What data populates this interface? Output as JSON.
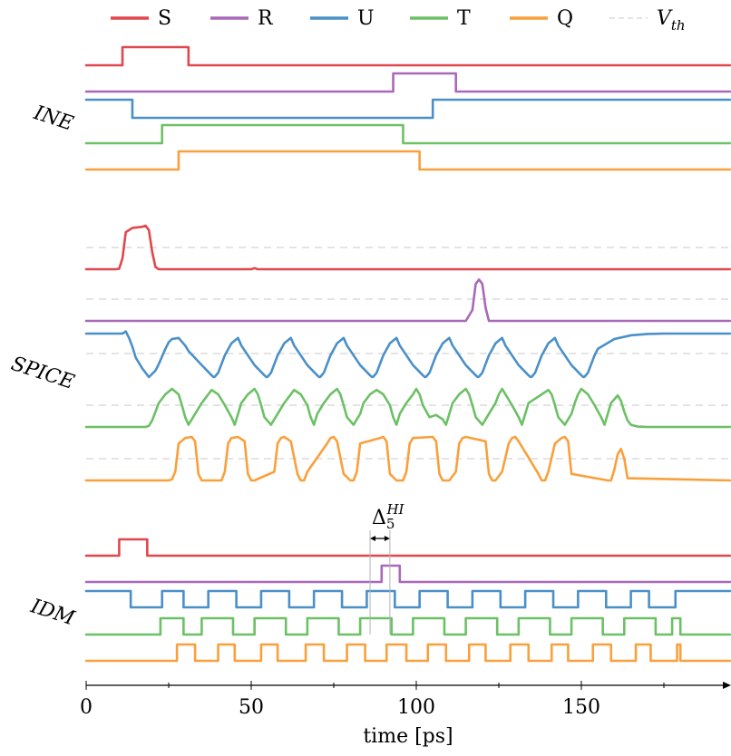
{
  "chart_data": {
    "type": "line",
    "xlabel": "time [ps]",
    "xlim": [
      0,
      195
    ],
    "x_ticks": [
      0,
      50,
      100,
      150
    ],
    "legend_position": "top",
    "legend": [
      {
        "key": "S",
        "label": "S",
        "color": "#e0474c",
        "style": "solid"
      },
      {
        "key": "R",
        "label": "R",
        "color": "#a869b8",
        "style": "solid"
      },
      {
        "key": "U",
        "label": "U",
        "color": "#4a90c8",
        "style": "solid"
      },
      {
        "key": "T",
        "label": "T",
        "color": "#6cc065",
        "style": "solid"
      },
      {
        "key": "Q",
        "label": "Q",
        "color": "#f9a03c",
        "style": "solid"
      },
      {
        "key": "Vth",
        "label": "V",
        "label_sub": "th",
        "color": "#c8c8c8",
        "style": "dashed"
      }
    ],
    "panels": [
      {
        "name": "INE",
        "kind": "digital",
        "series": [
          {
            "name": "S",
            "init": 0,
            "toggles": [
              11,
              31
            ]
          },
          {
            "name": "R",
            "init": 0,
            "toggles": [
              93,
              112
            ]
          },
          {
            "name": "U",
            "init": 1,
            "toggles": [
              14,
              105
            ]
          },
          {
            "name": "T",
            "init": 0,
            "toggles": [
              23,
              96
            ]
          },
          {
            "name": "Q",
            "init": 0,
            "toggles": [
              28,
              101
            ]
          }
        ]
      },
      {
        "name": "SPICE",
        "kind": "analog",
        "series": [
          {
            "name": "S",
            "x": [
              0,
              9,
              10,
              11,
              12,
              14,
              17,
              18,
              19,
              20,
              21,
              22,
              50,
              51,
              52,
              100,
              195
            ],
            "y": [
              0,
              0,
              0.02,
              0.5,
              1.7,
              1.9,
              1.95,
              2.0,
              1.8,
              0.8,
              0.1,
              0,
              0,
              0.05,
              0,
              0,
              0
            ]
          },
          {
            "name": "R",
            "x": [
              0,
              115,
              117,
              118,
              119,
              120,
              121,
              122,
              195
            ],
            "y": [
              0,
              0,
              0.5,
              1.7,
              1.9,
              1.7,
              0.6,
              0,
              0
            ]
          },
          {
            "name": "U",
            "x": [
              0,
              10,
              11,
              12,
              13,
              14,
              15,
              17,
              19,
              21,
              22,
              23,
              24,
              25,
              26,
              28,
              30,
              31,
              35,
              38,
              38.6,
              39,
              40,
              41,
              42,
              44,
              46,
              47,
              51,
              54,
              54.6,
              55,
              56,
              57,
              58,
              60,
              62,
              63,
              67,
              70,
              70.6,
              71,
              72,
              73,
              74,
              76,
              78,
              79,
              83,
              86,
              86.6,
              87,
              88,
              89,
              90,
              92,
              94,
              95,
              99,
              102,
              102.6,
              103,
              104,
              105,
              106,
              108,
              110,
              111,
              115,
              118,
              118.6,
              119,
              120,
              121,
              122,
              124,
              126,
              127,
              131,
              134,
              134.6,
              135,
              136,
              137,
              138,
              140,
              142,
              143,
              147,
              150,
              150.6,
              151,
              152,
              153,
              154,
              155,
              160,
              165,
              170,
              175,
              195
            ],
            "y": [
              2,
              2,
              2,
              2.1,
              1.8,
              1.4,
              0.9,
              0.4,
              0,
              0.3,
              0.6,
              0.95,
              1.3,
              1.6,
              1.75,
              1.8,
              1.45,
              1.2,
              0.55,
              0.08,
              0,
              0.02,
              0.2,
              0.6,
              1.0,
              1.55,
              1.8,
              1.45,
              0.55,
              0.08,
              0,
              0.02,
              0.2,
              0.6,
              1.0,
              1.55,
              1.8,
              1.45,
              0.55,
              0.08,
              0,
              0.02,
              0.2,
              0.6,
              1.0,
              1.55,
              1.8,
              1.45,
              0.55,
              0.08,
              0,
              0.02,
              0.2,
              0.6,
              1.0,
              1.55,
              1.8,
              1.45,
              0.55,
              0.08,
              0,
              0.02,
              0.2,
              0.6,
              1.0,
              1.55,
              1.8,
              1.45,
              0.55,
              0.08,
              0,
              0.02,
              0.2,
              0.6,
              1.0,
              1.55,
              1.8,
              1.45,
              0.55,
              0.08,
              0,
              0.02,
              0.2,
              0.6,
              1.0,
              1.55,
              1.8,
              1.45,
              0.55,
              0.08,
              0,
              0.02,
              0.2,
              0.6,
              1.0,
              1.3,
              1.75,
              1.92,
              1.98,
              2.0,
              2.0
            ]
          },
          {
            "name": "T",
            "x": [
              0,
              18,
              19,
              20,
              21,
              22,
              24,
              26,
              28,
              29,
              30,
              31,
              33,
              35,
              36,
              37,
              38,
              40,
              42,
              44,
              45,
              46,
              47,
              49,
              51,
              52,
              53,
              54,
              56,
              58,
              60,
              61,
              62,
              63,
              65,
              67,
              68,
              69,
              70,
              72,
              74,
              76,
              77,
              78,
              79,
              81,
              83,
              84,
              85,
              86,
              88,
              90,
              92,
              93,
              94,
              95,
              97,
              99,
              100,
              101,
              102,
              104,
              106,
              108,
              109,
              110,
              111,
              113,
              115,
              116,
              117,
              118,
              120,
              122,
              124,
              125,
              126,
              127,
              129,
              131,
              132,
              133,
              134,
              136,
              138,
              140,
              141,
              142,
              143,
              145,
              147,
              148,
              149,
              150,
              152,
              154,
              156,
              157,
              158,
              159,
              161,
              162,
              163,
              164,
              165,
              167,
              170,
              175,
              195
            ],
            "y": [
              0,
              0,
              0.05,
              0.3,
              0.7,
              1.1,
              1.5,
              1.75,
              1.5,
              1.0,
              0.45,
              0.1,
              0.6,
              1.1,
              1.3,
              1.5,
              1.7,
              1.5,
              1.0,
              0.45,
              0.1,
              0.6,
              1.1,
              1.5,
              1.75,
              1.5,
              1.0,
              0.45,
              0.1,
              0.6,
              1.1,
              1.3,
              1.5,
              1.7,
              1.5,
              1.0,
              0.45,
              0.1,
              0.6,
              1.1,
              1.5,
              1.75,
              1.5,
              1.0,
              0.45,
              0.1,
              0.6,
              1.1,
              1.3,
              1.5,
              1.7,
              1.5,
              1.0,
              0.45,
              0.1,
              0.6,
              1.1,
              1.5,
              1.75,
              1.5,
              1.0,
              0.45,
              0.55,
              0.35,
              0.1,
              0.6,
              1.1,
              1.5,
              1.75,
              1.5,
              1.0,
              0.45,
              0.1,
              0.6,
              1.1,
              1.5,
              1.75,
              1.5,
              1.0,
              0.45,
              0.1,
              0.6,
              1.1,
              1.3,
              1.5,
              1.7,
              1.5,
              1.0,
              0.45,
              0.1,
              0.6,
              1.1,
              1.5,
              1.75,
              1.5,
              1.0,
              0.45,
              0.1,
              0.6,
              1.1,
              1.45,
              1.2,
              0.7,
              0.3,
              0.1,
              0.02,
              0,
              0,
              0
            ]
          },
          {
            "name": "Q",
            "x": [
              0,
              25,
              26,
              27,
              28,
              30,
              32,
              33,
              34,
              35,
              41,
              42,
              43,
              44,
              46,
              48,
              49,
              50,
              51,
              57,
              58,
              59,
              60,
              62,
              64,
              65,
              66,
              67,
              73,
              74,
              75,
              76,
              78,
              80,
              81,
              82,
              83,
              89,
              90,
              91,
              92,
              94,
              96,
              97,
              98,
              99,
              105,
              106,
              107,
              108,
              110,
              112,
              113,
              114,
              115,
              121,
              122,
              123,
              124,
              126,
              128,
              129,
              130,
              131,
              137,
              138,
              139,
              140,
              142,
              144,
              145,
              146,
              147,
              158,
              159,
              160,
              161,
              162,
              163,
              164,
              195
            ],
            "y": [
              0,
              0,
              0.05,
              0.4,
              1.7,
              1.95,
              2.0,
              1.8,
              0.3,
              0,
              0,
              0.4,
              1.7,
              1.95,
              2.0,
              1.8,
              0.3,
              0,
              0,
              0.4,
              1.7,
              1.95,
              2.0,
              1.8,
              0.3,
              0,
              0,
              0.4,
              1.7,
              1.95,
              2.0,
              1.8,
              0.3,
              0,
              0,
              0.4,
              1.7,
              1.95,
              2.0,
              1.8,
              0.3,
              0,
              0,
              0.4,
              1.7,
              1.95,
              2.0,
              1.8,
              0.3,
              0,
              0,
              0.4,
              1.7,
              1.95,
              2.0,
              1.8,
              0.3,
              0,
              0,
              0.4,
              1.7,
              1.95,
              2.0,
              1.8,
              0.3,
              0,
              0,
              0.4,
              1.7,
              1.95,
              2.0,
              1.8,
              0.3,
              0,
              0,
              0.5,
              1.2,
              1.45,
              1.0,
              0.1,
              0,
              0
            ]
          }
        ]
      },
      {
        "name": "IDM",
        "kind": "digital",
        "series": [
          {
            "name": "S",
            "init": 0,
            "toggles": [
              10,
              18.5
            ]
          },
          {
            "name": "R",
            "init": 0,
            "toggles": [
              89.5,
              95
            ]
          },
          {
            "name": "U",
            "init": 1,
            "toggles": [
              13.5,
              23,
              29.5,
              37,
              45.5,
              53,
              61.5,
              69,
              77.5,
              85,
              93.5,
              101,
              109.5,
              117,
              125.5,
              133,
              141.5,
              149,
              157.5,
              165,
              170.5,
              178.5
            ]
          },
          {
            "name": "T",
            "init": 0,
            "toggles": [
              22.5,
              29.5,
              35,
              44.5,
              51,
              60.5,
              67,
              76.5,
              83,
              92.5,
              99,
              108.5,
              115,
              124.5,
              131,
              140.5,
              147,
              156.5,
              163,
              172.5,
              177.5,
              180
            ]
          },
          {
            "name": "Q",
            "init": 0,
            "toggles": [
              27.5,
              33,
              40,
              45,
              53,
              58,
              66.5,
              72,
              79,
              84.5,
              91,
              97,
              103.5,
              109,
              116,
              121,
              128.5,
              134,
              141,
              146,
              153.5,
              159,
              166.5,
              171,
              179,
              180
            ]
          }
        ]
      }
    ],
    "annotation": {
      "label": "Δ",
      "sub": "5",
      "sup": "HI",
      "x_start": 86,
      "x_end": 92
    }
  }
}
